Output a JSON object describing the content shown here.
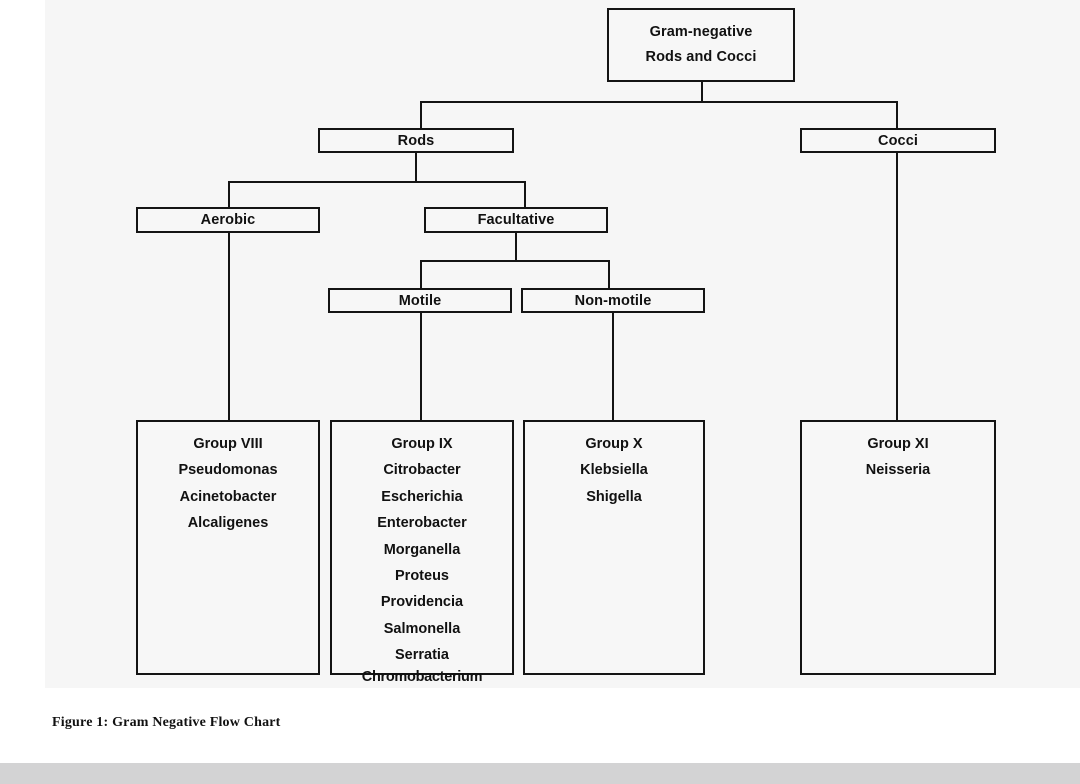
{
  "figure": {
    "caption": "Figure 1: Gram Negative Flow Chart",
    "title_lines": {
      "line1": "Gram-negative",
      "line2": "Rods and Cocci"
    },
    "colors": {
      "line": "#141414",
      "box_fill": "#f7f7f7",
      "page": "#f6f6f6",
      "canvas": "#ffffff",
      "bottom_bar": "#d3d3d4",
      "text": "#111111"
    },
    "nodes": {
      "root": "Gram-negative Rods and Cocci",
      "rods": "Rods",
      "cocci": "Cocci",
      "aerobic": "Aerobic",
      "facultative": "Facultative",
      "motile": "Motile",
      "non_motile": "Non-motile"
    },
    "groups": [
      {
        "id": "group-viii",
        "heading": "Group VIII",
        "items": [
          "Pseudomonas",
          "Acinetobacter",
          "Alcaligenes"
        ]
      },
      {
        "id": "group-ix",
        "heading": "Group IX",
        "items": [
          "Citrobacter",
          "Escherichia",
          "Enterobacter",
          "Morganella",
          "Proteus",
          "Providencia",
          "Salmonella",
          "Serratia",
          "Chromobacterium"
        ]
      },
      {
        "id": "group-x",
        "heading": "Group X",
        "items": [
          "Klebsiella",
          "Shigella"
        ]
      },
      {
        "id": "group-xi",
        "heading": "Group XI",
        "items": [
          "Neisseria"
        ]
      }
    ]
  },
  "chart_data": {
    "type": "diagram",
    "subtype": "flowchart-tree",
    "title": "Gram Negative Flow Chart",
    "root": "Gram-negative Rods and Cocci",
    "levels": [
      [
        "Gram-negative Rods and Cocci"
      ],
      [
        "Rods",
        "Cocci"
      ],
      [
        "Aerobic",
        "Facultative"
      ],
      [
        "Motile",
        "Non-motile"
      ],
      [
        "Group VIII",
        "Group IX",
        "Group X",
        "Group XI"
      ]
    ],
    "edges": [
      {
        "from": "Gram-negative Rods and Cocci",
        "to": "Rods"
      },
      {
        "from": "Gram-negative Rods and Cocci",
        "to": "Cocci"
      },
      {
        "from": "Rods",
        "to": "Aerobic"
      },
      {
        "from": "Rods",
        "to": "Facultative"
      },
      {
        "from": "Facultative",
        "to": "Motile"
      },
      {
        "from": "Facultative",
        "to": "Non-motile"
      },
      {
        "from": "Aerobic",
        "to": "Group VIII"
      },
      {
        "from": "Motile",
        "to": "Group IX"
      },
      {
        "from": "Non-motile",
        "to": "Group X"
      },
      {
        "from": "Cocci",
        "to": "Group XI"
      }
    ],
    "leaf_contents": {
      "Group VIII": [
        "Pseudomonas",
        "Acinetobacter",
        "Alcaligenes"
      ],
      "Group IX": [
        "Citrobacter",
        "Escherichia",
        "Enterobacter",
        "Morganella",
        "Proteus",
        "Providencia",
        "Salmonella",
        "Serratia",
        "Chromobacterium"
      ],
      "Group X": [
        "Klebsiella",
        "Shigella"
      ],
      "Group XI": [
        "Neisseria"
      ]
    }
  }
}
